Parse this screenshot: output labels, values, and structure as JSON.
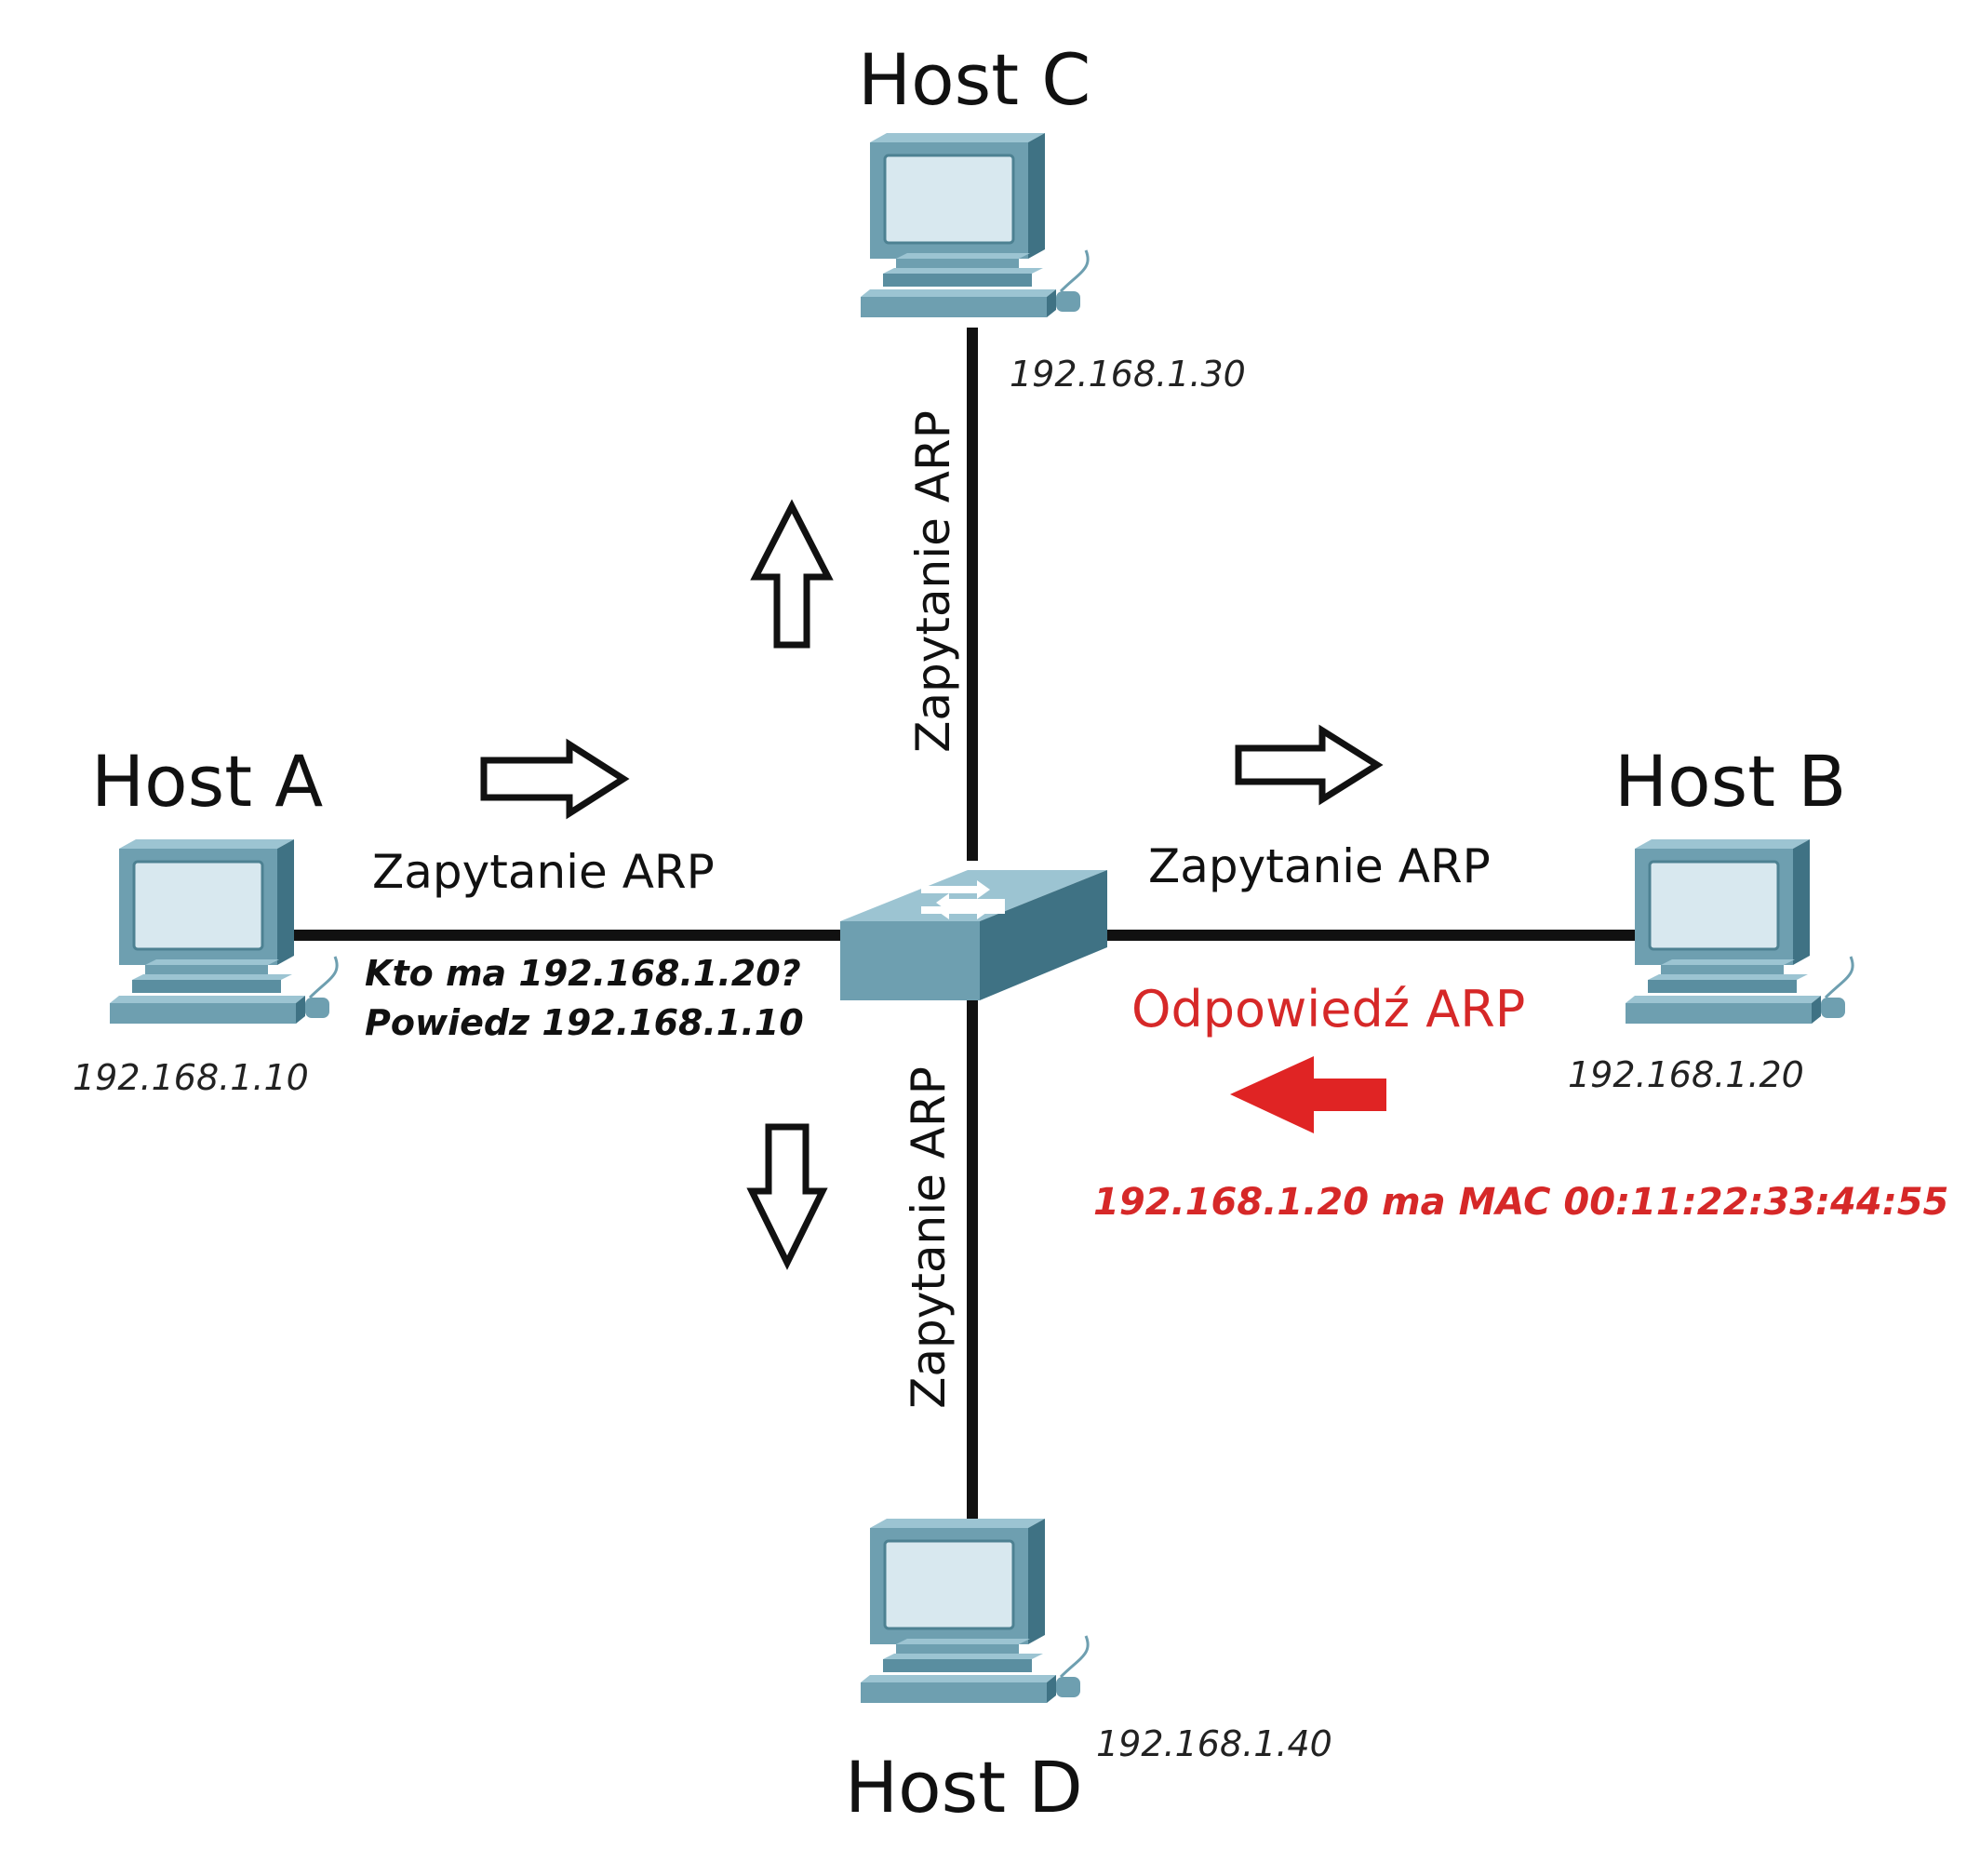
{
  "colors": {
    "cable": "#111111",
    "device_front": "#6e9fb0",
    "device_side": "#3f7284",
    "device_top": "#9cc4d2",
    "screen": "#d8e8ef",
    "reply": "#d62828"
  },
  "hosts": {
    "a": {
      "title": "Host A",
      "ip": "192.168.1.10"
    },
    "b": {
      "title": "Host B",
      "ip": "192.168.1.20"
    },
    "c": {
      "title": "Host C",
      "ip": "192.168.1.30"
    },
    "d": {
      "title": "Host D",
      "ip": "192.168.1.40"
    }
  },
  "links": {
    "a": {
      "label": "Zapytanie ARP"
    },
    "b": {
      "label": "Zapytanie ARP"
    },
    "c": {
      "label": "Zapytanie ARP"
    },
    "d": {
      "label": "Zapytanie ARP"
    }
  },
  "query": {
    "line1": "Kto ma 192.168.1.20?",
    "line2": "Powiedz 192.168.1.10"
  },
  "reply": {
    "title": "Odpowiedź ARP",
    "mac": "192.168.1.20 ma MAC 00:11:22:33:44:55"
  },
  "icons": {
    "switch": "switch-icon",
    "computer": "computer-icon",
    "request_arrow": "outline-arrow-icon",
    "reply_arrow": "red-arrow-left-icon"
  }
}
